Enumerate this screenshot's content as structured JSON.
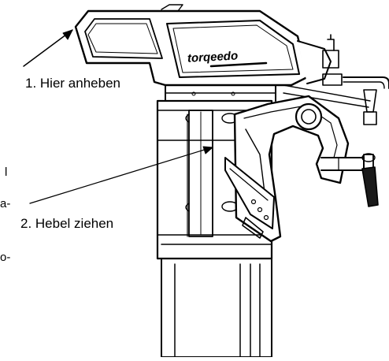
{
  "diagram": {
    "brand_text": "torqeedo",
    "labels": {
      "step1": "1. Hier anheben",
      "step2": "2. Hebel ziehen"
    },
    "edge_text_fragments": [
      "l",
      "a-",
      "o-"
    ]
  }
}
